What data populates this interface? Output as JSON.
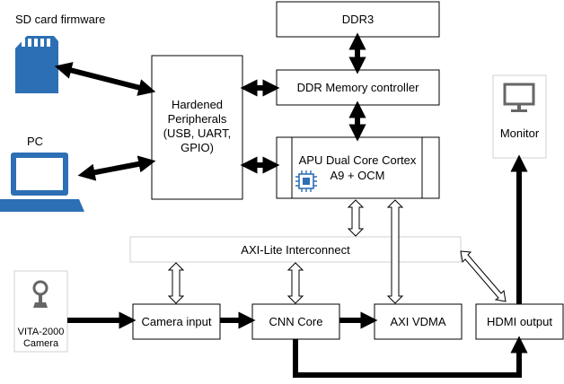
{
  "labels": {
    "sd_card": "SD card firmware",
    "pc": "PC",
    "hardened": [
      "Hardened",
      "Peripherals",
      "(USB, UART,",
      "GPIO)"
    ],
    "ddr3": "DDR3",
    "ddr_ctrl": "DDR Memory controller",
    "apu": [
      "APU Dual Core Cortex",
      "A9 + OCM"
    ],
    "monitor": "Monitor",
    "axi_lite": "AXI-Lite Interconnect",
    "camera_src": [
      "VITA-2000",
      "Camera"
    ],
    "camera_input": "Camera input",
    "cnn_core": "CNN Core",
    "axi_vdma": "AXI VDMA",
    "hdmi_output": "HDMI output"
  },
  "icons": {
    "sd_card": "sd-card-icon",
    "pc": "laptop-icon",
    "monitor": "monitor-icon",
    "camera": "camera-icon",
    "chip": "cpu-chip-icon"
  },
  "colors": {
    "icon_blue": "#2d6fb5",
    "icon_grey": "#666666"
  }
}
